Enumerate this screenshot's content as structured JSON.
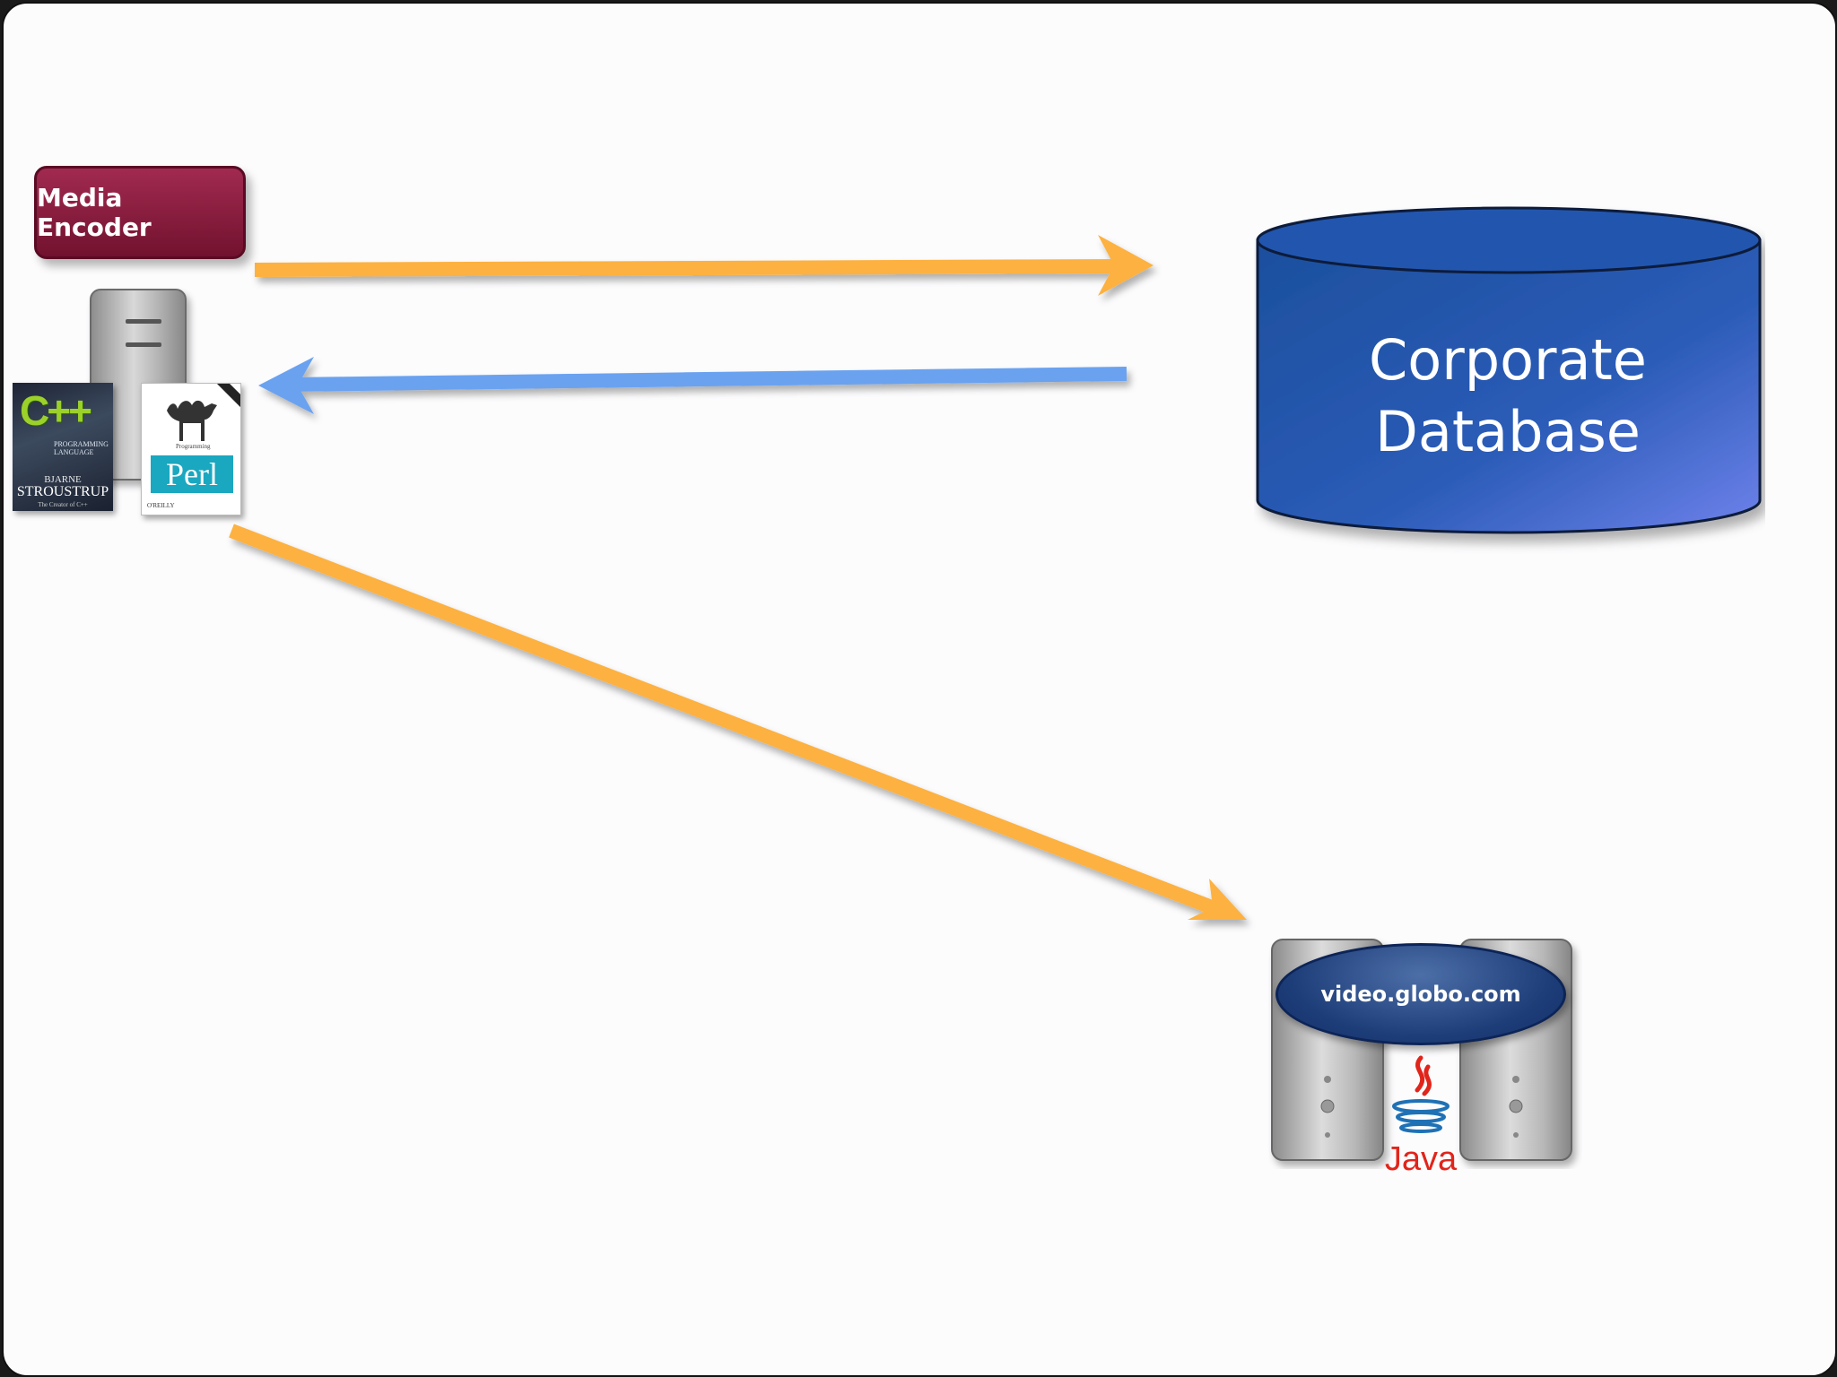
{
  "nodes": {
    "media_encoder": {
      "label": "Media Encoder"
    },
    "corporate_database": {
      "line1": "Corporate",
      "line2": "Database"
    },
    "video_server": {
      "label": "video.globo.com"
    }
  },
  "technologies": {
    "cpp_book": {
      "title": "C++",
      "subtitle": "PROGRAMMING LANGUAGE",
      "author_first": "BJARNE",
      "author_last": "STROUSTRUP",
      "tagline": "The Creator of C++"
    },
    "perl_book": {
      "title": "Perl",
      "subtitle": "Programming",
      "publisher": "O'REILLY"
    },
    "java": {
      "label": "Java"
    }
  },
  "colors": {
    "arrow_orange": "#fdb140",
    "arrow_blue": "#6aa2f0",
    "encoder": "#8e1f43",
    "database": "#2555b0",
    "server_label": "#1d3d78",
    "java_red": "#e1251b",
    "java_blue": "#1f71b5"
  }
}
